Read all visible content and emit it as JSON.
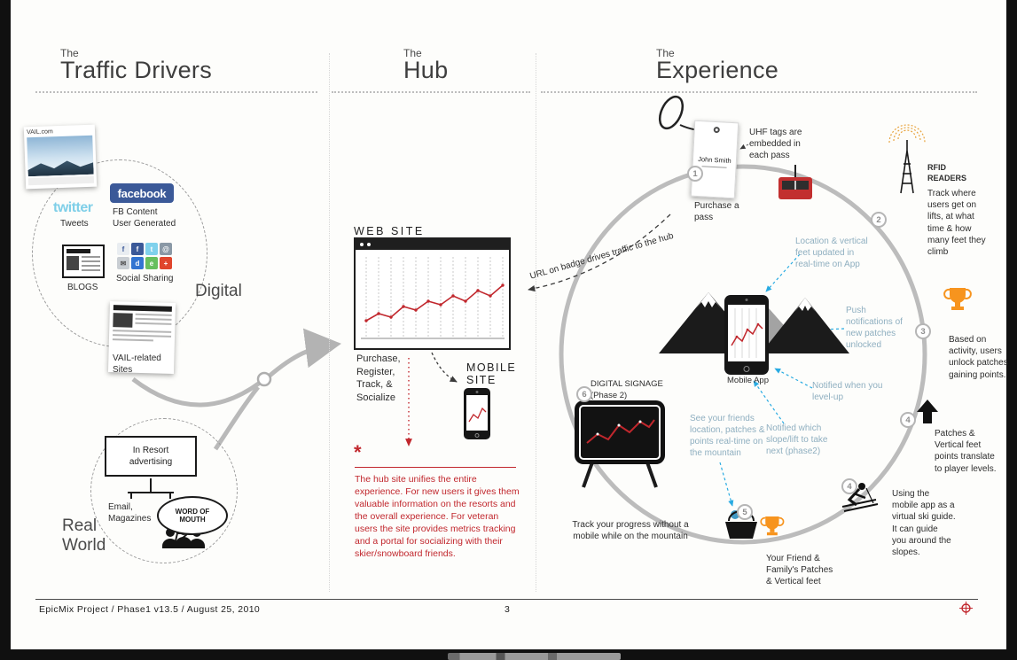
{
  "headers": {
    "traffic": {
      "kicker": "The",
      "title": "Traffic Drivers"
    },
    "hub": {
      "kicker": "The",
      "title": "Hub"
    },
    "experience": {
      "kicker": "The",
      "title": "Experience"
    }
  },
  "footer": {
    "project": "EpicMix Project  /  Phase1 v13.5 /  August 25, 2010",
    "page_number": "3"
  },
  "traffic": {
    "vail_site_label": "VAIL.com",
    "facebook_logo": "facebook",
    "twitter_logo": "twitter",
    "tweets_label": "Tweets",
    "fb_content_label": "FB Content\nUser Generated",
    "blogs_label": "BLOGS",
    "social_sharing_label": "Social Sharing",
    "digital_label": "Digital",
    "vail_related_label": "VAIL-related\nSites",
    "in_resort_label": "In Resort\nadvertising",
    "email_magazines_label": "Email,\nMagazines",
    "word_of_mouth_label": "WORD OF\nMOUTH",
    "real_world_label": "Real\nWorld",
    "social_icons": [
      {
        "name": "facebook-light",
        "glyph": "f",
        "color": "#e9edf1",
        "fg": "#3b5998"
      },
      {
        "name": "facebook",
        "glyph": "f",
        "color": "#3b5998",
        "fg": "#ffffff"
      },
      {
        "name": "twitter",
        "glyph": "t",
        "color": "#7fd1ec",
        "fg": "#ffffff"
      },
      {
        "name": "email",
        "glyph": "@",
        "color": "#8a98a5",
        "fg": "#ffffff"
      },
      {
        "name": "mail",
        "glyph": "✉",
        "color": "#c9ced3",
        "fg": "#555555"
      },
      {
        "name": "delicious",
        "glyph": "d",
        "color": "#3274d1",
        "fg": "#ffffff"
      },
      {
        "name": "evernote",
        "glyph": "e",
        "color": "#67bf5e",
        "fg": "#ffffff"
      },
      {
        "name": "addthis",
        "glyph": "+",
        "color": "#e0452c",
        "fg": "#ffffff"
      }
    ]
  },
  "hub": {
    "web_site_label": "WEB SITE",
    "purchase_label": "Purchase,\nRegister,\nTrack, &\nSocialize",
    "mobile_site_label": "MOBILE\nSITE",
    "url_badge_label": "URL on badge drives traffic to the hub",
    "asterisk": "*",
    "note": "The hub site unifies the entire experience. For new users it gives them valuable information on the resorts and the overall experience. For veteran users the site provides metrics tracking and a portal for socializing with their skier/snowboard friends."
  },
  "experience": {
    "nodes": [
      "1",
      "2",
      "3",
      "4",
      "4",
      "5",
      "6"
    ],
    "pass_name": "John Smith",
    "purchase_pass_label": "Purchase a\npass",
    "uhf_note": "UHF tags are\nembedded in\neach pass",
    "rfid_label": "RFID\nREADERS",
    "rfid_note": "Track where\nusers get on\nlifts, at what\ntime & how\nmany feet they\nclimb",
    "patches_note": "Based on\nactivity, users\nunlock patches\ngaining points.",
    "levels_note": "Patches &\nVertical feet\npoints translate\nto player levels.",
    "guide_note": "Using the\nmobile app as a\nvirtual ski guide.\nIt can guide\nyou around the\nslopes.",
    "friends_label": "Your Friend &\nFamily's Patches\n& Vertical feet",
    "signage_label": "DIGITAL SIGNAGE\n(Phase 2)",
    "signage_note": "Track your progress without a\nmobile while on the mountain",
    "mobile_app_label": "Mobile App",
    "app_notes": {
      "location": "Location & vertical\nfeet updated in\nreal-time on App",
      "push": "Push\nnotifications of\nnew patches\nunlocked",
      "levelup": "Notified when you\nlevel-up",
      "slope": "Notified which\nslope/lift to take\nnext (phase2)",
      "friends": "See your friends\nlocation, patches &\npoints real-time on\nthe mountain"
    }
  },
  "colors": {
    "accent_red": "#c1272d",
    "arrow_blue": "#29abe2",
    "annotation_blue": "#8fafc0",
    "trophy_orange": "#f7941e",
    "facebook_blue": "#3b5998",
    "twitter_blue": "#7fcfe8",
    "loop_gray": "#bcbcbc"
  }
}
